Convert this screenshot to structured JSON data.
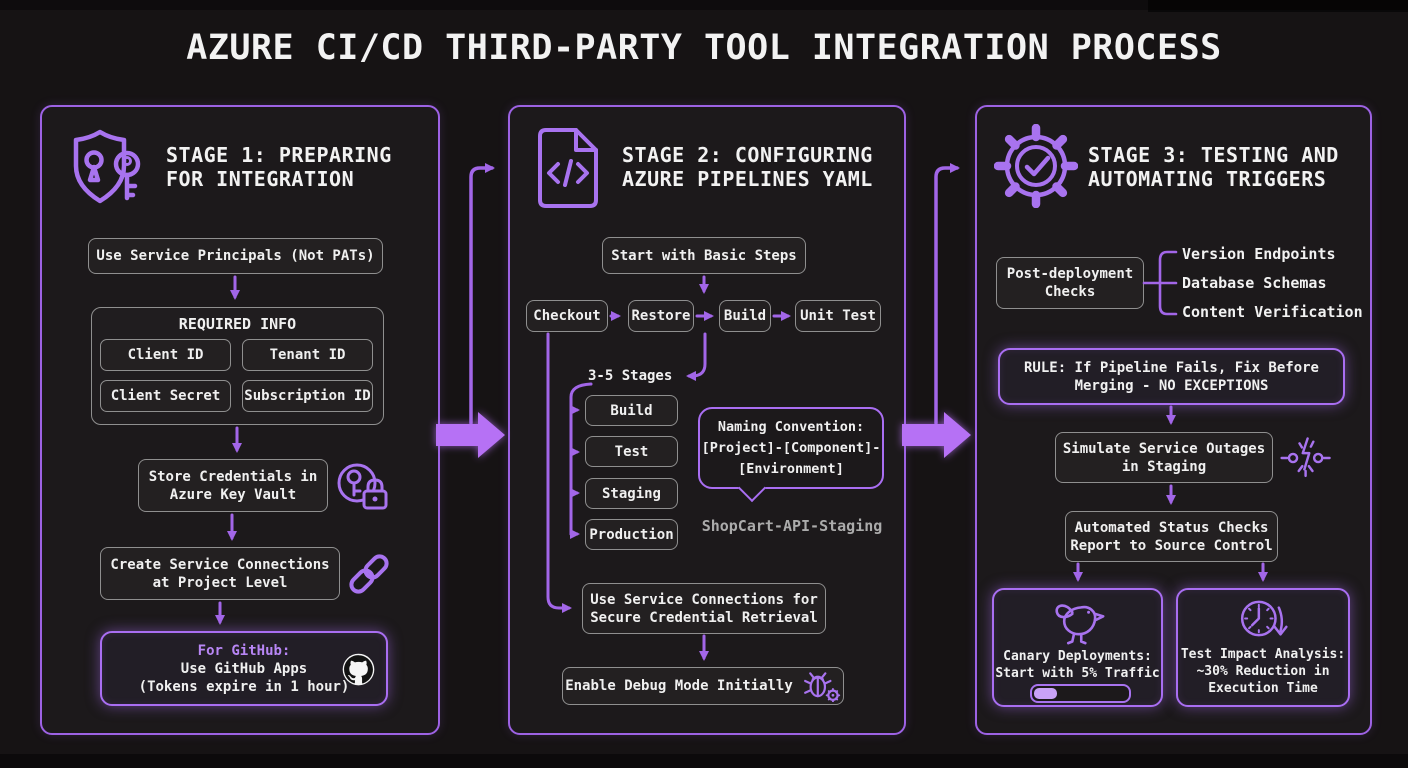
{
  "title": "AZURE CI/CD THIRD-PARTY TOOL INTEGRATION PROCESS",
  "colors": {
    "background": "#161314",
    "panel_border_purple": "#9d62e4",
    "bright_arrow_purple": "#b671f5",
    "glow_box_border": "#a96ef2",
    "gray_box_border": "#8f8f8f",
    "text_white": "#f2f2f2",
    "purple_heading_text": "#b886f5",
    "muted_gray_text": "#ababab"
  },
  "stage1": {
    "title": [
      "STAGE 1: PREPARING",
      "FOR INTEGRATION"
    ],
    "service_principals": "Use Service Principals (Not PATs)",
    "required_info": {
      "label": "REQUIRED INFO",
      "chips": [
        "Client ID",
        "Tenant ID",
        "Client Secret",
        "Subscription ID"
      ]
    },
    "key_vault": [
      "Store Credentials in",
      "Azure Key Vault"
    ],
    "service_connections": [
      "Create Service Connections",
      "at Project Level"
    ],
    "github": {
      "heading": "For GitHub:",
      "lines": [
        "Use GitHub Apps",
        "(Tokens expire in 1 hour)"
      ]
    }
  },
  "stage2": {
    "title": [
      "STAGE 2: CONFIGURING",
      "AZURE PIPELINES YAML"
    ],
    "start": "Start with Basic Steps",
    "basic_steps": [
      "Checkout",
      "Restore",
      "Build",
      "Unit Test"
    ],
    "stages_label": "3-5 Stages",
    "pipeline_stages": [
      "Build",
      "Test",
      "Staging",
      "Production"
    ],
    "naming": {
      "lines": [
        "Naming Convention:",
        "[Project]-[Component]-",
        "[Environment]"
      ],
      "example": "ShopCart-API-Staging"
    },
    "secure_retrieval": [
      "Use Service Connections for",
      "Secure Credential Retrieval"
    ],
    "debug": "Enable Debug Mode Initially"
  },
  "stage3": {
    "title": [
      "STAGE 3: TESTING AND",
      "AUTOMATING TRIGGERS"
    ],
    "post_deployment": [
      "Post-deployment",
      "Checks"
    ],
    "checks": [
      "Version Endpoints",
      "Database Schemas",
      "Content Verification"
    ],
    "rule": [
      "RULE: If Pipeline Fails, Fix Before",
      "Merging - NO EXCEPTIONS"
    ],
    "simulate": [
      "Simulate Service Outages",
      "in Staging"
    ],
    "status_checks": [
      "Automated Status Checks",
      "Report to Source Control"
    ],
    "canary": {
      "lines": [
        "Canary Deployments:",
        "Start with 5% Traffic"
      ],
      "progress_percent": 24
    },
    "test_impact": {
      "lines": [
        "Test Impact Analysis:",
        "~30% Reduction in",
        "Execution Time"
      ]
    }
  }
}
